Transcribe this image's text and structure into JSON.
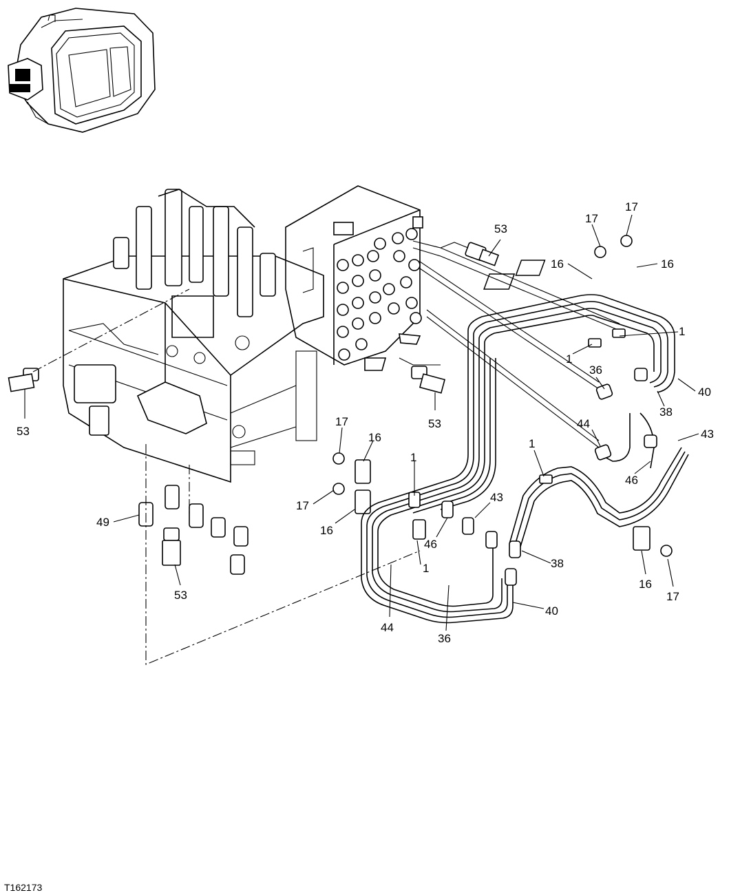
{
  "document_id": "T162173",
  "callouts": [
    {
      "id": "c-53-top",
      "text": "53"
    },
    {
      "id": "c-53-left",
      "text": "53"
    },
    {
      "id": "c-53-mid",
      "text": "53"
    },
    {
      "id": "c-53-bottom",
      "text": "53"
    },
    {
      "id": "c-17-a",
      "text": "17"
    },
    {
      "id": "c-17-b",
      "text": "17"
    },
    {
      "id": "c-16-a",
      "text": "16"
    },
    {
      "id": "c-16-b",
      "text": "16"
    },
    {
      "id": "c-1-a",
      "text": "1"
    },
    {
      "id": "c-1-b",
      "text": "1"
    },
    {
      "id": "c-36-a",
      "text": "36"
    },
    {
      "id": "c-40-a",
      "text": "40"
    },
    {
      "id": "c-38-a",
      "text": "38"
    },
    {
      "id": "c-44-a",
      "text": "44"
    },
    {
      "id": "c-43-a",
      "text": "43"
    },
    {
      "id": "c-46-a",
      "text": "46"
    },
    {
      "id": "c-17-c",
      "text": "17"
    },
    {
      "id": "c-16-c",
      "text": "16"
    },
    {
      "id": "c-1-c",
      "text": "1"
    },
    {
      "id": "c-17-d",
      "text": "17"
    },
    {
      "id": "c-16-d",
      "text": "16"
    },
    {
      "id": "c-1-d",
      "text": "1"
    },
    {
      "id": "c-43-b",
      "text": "43"
    },
    {
      "id": "c-46-b",
      "text": "46"
    },
    {
      "id": "c-1-e",
      "text": "1"
    },
    {
      "id": "c-38-b",
      "text": "38"
    },
    {
      "id": "c-40-b",
      "text": "40"
    },
    {
      "id": "c-44-b",
      "text": "44"
    },
    {
      "id": "c-36-b",
      "text": "36"
    },
    {
      "id": "c-49",
      "text": "49"
    },
    {
      "id": "c-16-e",
      "text": "16"
    },
    {
      "id": "c-17-e",
      "text": "17"
    }
  ]
}
